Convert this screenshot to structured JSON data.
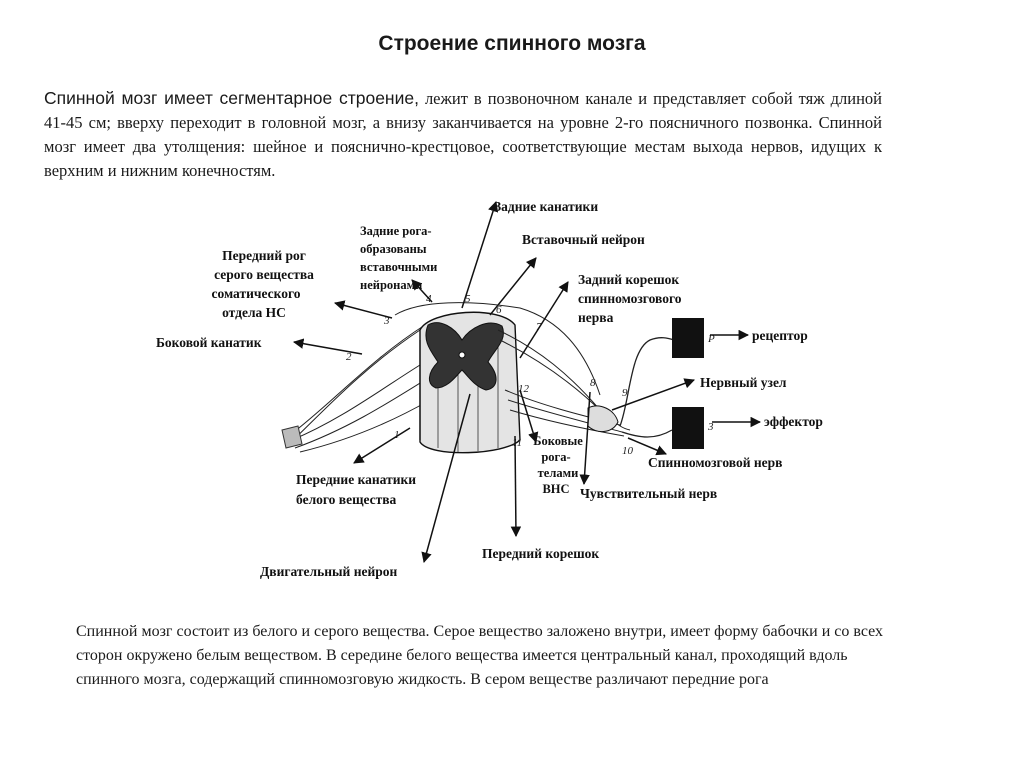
{
  "title": "Строение спинного мозга",
  "intro": {
    "lead": "Спинной мозг имеет сегментарное строение,",
    "rest": " лежит в позвоночном канале и представляет собой тяж длиной 41-45 см; вверху переходит в головной мозг, а внизу заканчивается на уровне 2-го поясничного позвонка. Спинной мозг имеет два утолщения: шейное и пояснично-крестцовое, соответствующие местам выхода нервов, идущих к верхним и нижним конечностям."
  },
  "diagram": {
    "labels": {
      "posterior_funiculi": "Задние канатики",
      "posterior_horns": [
        "Задние рога-",
        "образованы",
        "вставочными",
        "нейронами"
      ],
      "anterior_horn": [
        "Передний рог",
        "серого вещества",
        "соматического",
        "отдела НС"
      ],
      "interneuron": "Вставочный нейрон",
      "dorsal_root": [
        "Задний корешок",
        "спинномозгового",
        "нерва"
      ],
      "lateral_funiculus": "Боковой канатик",
      "receptor": "рецептор",
      "ganglion": "Нервный узел",
      "effector": "эффектор",
      "spinal_nerve": "Спинномозговой нерв",
      "lateral_horns": [
        "Боковые",
        "рога-",
        "телами",
        "ВНС"
      ],
      "sensory_nerve": "Чувствительный нерв",
      "anterior_funiculi": [
        "Передние канатики",
        "белого вещества"
      ],
      "ventral_root": "Передний корешок",
      "motor_neuron": "Двигательный нейрон"
    },
    "markers": {
      "receptor_block": "P",
      "effector_block": "3"
    },
    "numbers": [
      "1",
      "2",
      "3",
      "4",
      "5",
      "6",
      "7",
      "8",
      "9",
      "10",
      "11",
      "12"
    ]
  },
  "footer": "Спинной мозг состоит из белого и серого вещества. Серое вещество заложено внутри, имеет форму бабочки и со всех сторон окружено белым веществом. В середине белого вещества имеется центральный канал, проходящий вдоль спинного мозга,  содержащий спинномозговую жидкость. В сером веществе различают  передние рога"
}
